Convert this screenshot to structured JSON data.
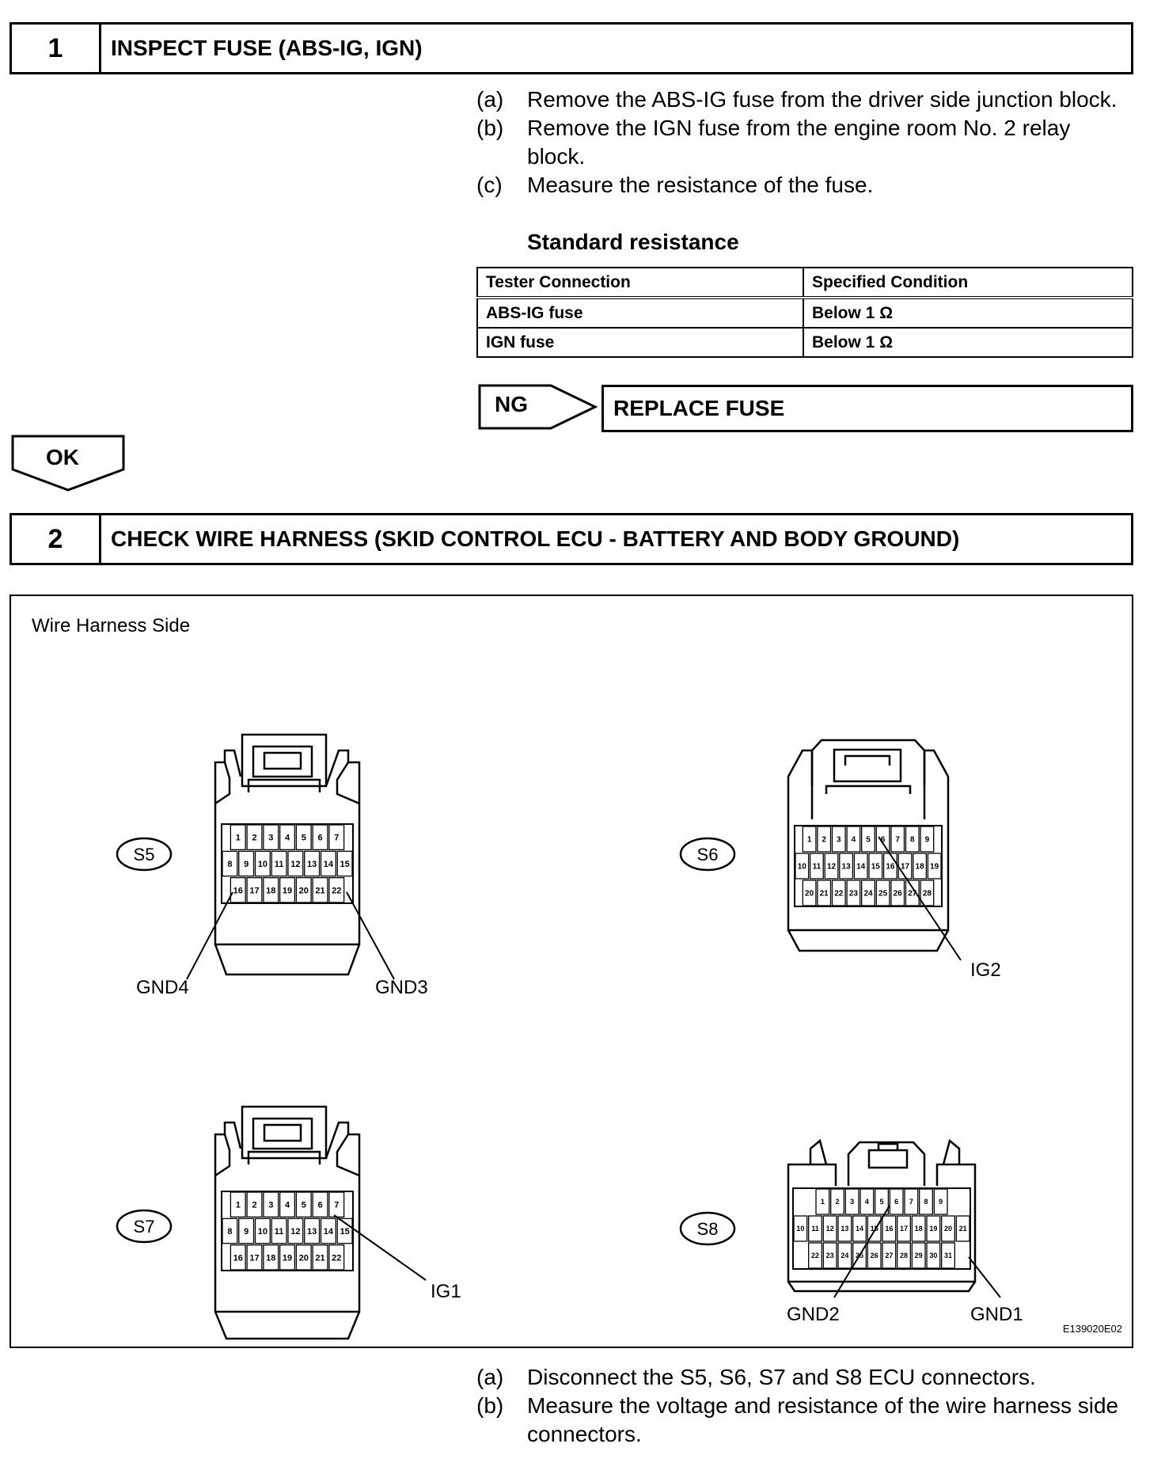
{
  "step1": {
    "number": "1",
    "title": "INSPECT FUSE (ABS-IG, IGN)",
    "instructions": [
      {
        "mark": "(a)",
        "text": "Remove the ABS-IG fuse from the driver side junction block."
      },
      {
        "mark": "(b)",
        "text": "Remove the IGN fuse from the engine room No. 2 relay block."
      },
      {
        "mark": "(c)",
        "text": "Measure the resistance of the fuse."
      }
    ],
    "standard_heading": "Standard resistance",
    "table": {
      "headers": [
        "Tester Connection",
        "Specified Condition"
      ],
      "rows": [
        [
          "ABS-IG fuse",
          "Below 1 Ω"
        ],
        [
          "IGN fuse",
          "Below 1 Ω"
        ]
      ]
    },
    "ng_label": "NG",
    "ng_result": "REPLACE FUSE",
    "ok_label": "OK"
  },
  "step2": {
    "number": "2",
    "title": "CHECK WIRE HARNESS (SKID CONTROL ECU - BATTERY AND BODY GROUND)",
    "diagram": {
      "title": "Wire Harness Side",
      "code": "E139020E02",
      "connectors": {
        "s5": {
          "label": "S5",
          "rows": [
            [
              "1",
              "2",
              "3",
              "4",
              "5",
              "6",
              "7"
            ],
            [
              "8",
              "9",
              "10",
              "11",
              "12",
              "13",
              "14",
              "15"
            ],
            [
              "16",
              "17",
              "18",
              "19",
              "20",
              "21",
              "22"
            ]
          ]
        },
        "s6": {
          "label": "S6",
          "rows": [
            [
              "1",
              "2",
              "3",
              "4",
              "5",
              "6",
              "7",
              "8",
              "9"
            ],
            [
              "10",
              "11",
              "12",
              "13",
              "14",
              "15",
              "16",
              "17",
              "18",
              "19"
            ],
            [
              "20",
              "21",
              "22",
              "23",
              "24",
              "25",
              "26",
              "27",
              "28"
            ]
          ]
        },
        "s7": {
          "label": "S7",
          "rows": [
            [
              "1",
              "2",
              "3",
              "4",
              "5",
              "6",
              "7"
            ],
            [
              "8",
              "9",
              "10",
              "11",
              "12",
              "13",
              "14",
              "15"
            ],
            [
              "16",
              "17",
              "18",
              "19",
              "20",
              "21",
              "22"
            ]
          ]
        },
        "s8": {
          "label": "S8",
          "rows": [
            [
              "1",
              "2",
              "3",
              "4",
              "5",
              "6",
              "7",
              "8",
              "9"
            ],
            [
              "10",
              "11",
              "12",
              "13",
              "14",
              "15",
              "16",
              "17",
              "18",
              "19",
              "20",
              "21"
            ],
            [
              "22",
              "23",
              "24",
              "25",
              "26",
              "27",
              "28",
              "29",
              "30",
              "31"
            ]
          ]
        }
      },
      "callouts": {
        "gnd4": "GND4",
        "gnd3": "GND3",
        "ig2": "IG2",
        "ig1": "IG1",
        "gnd2": "GND2",
        "gnd1": "GND1"
      }
    },
    "instructions": [
      {
        "mark": "(a)",
        "text": "Disconnect the S5, S6, S7 and S8 ECU connectors."
      },
      {
        "mark": "(b)",
        "text": "Measure the voltage and resistance of the wire harness side connectors."
      }
    ]
  }
}
